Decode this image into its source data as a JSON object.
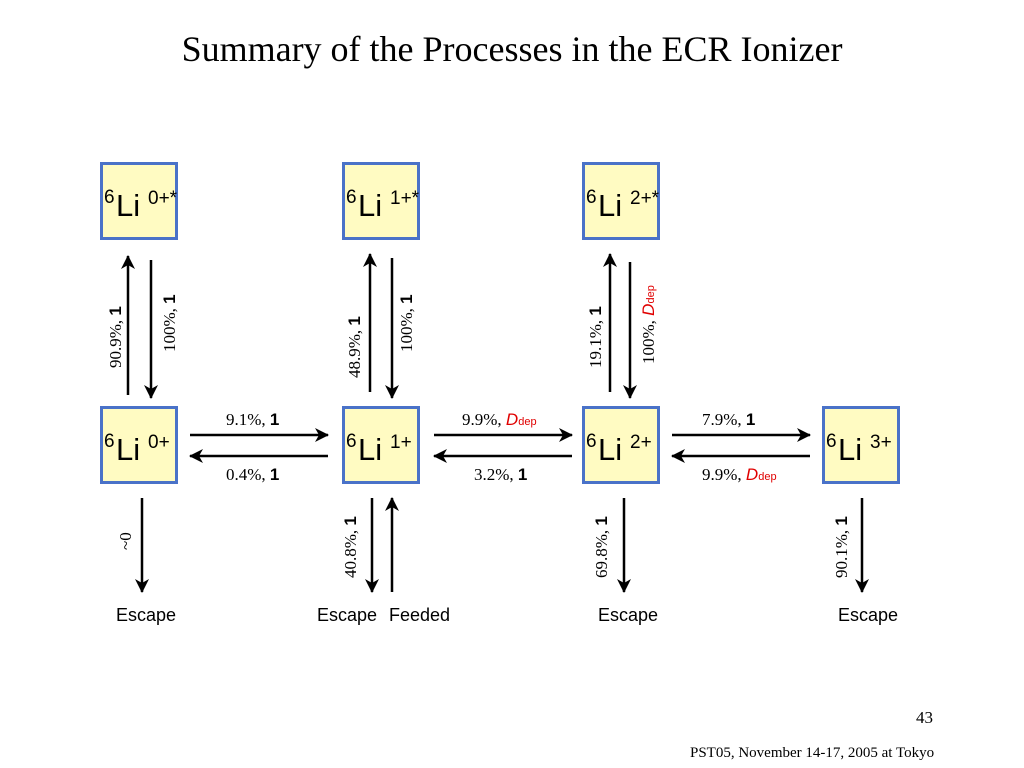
{
  "title": "Summary of the Processes in the ECR Ionizer",
  "species": {
    "excited": [
      {
        "mass": "6",
        "symbol": "Li",
        "charge": "0+*"
      },
      {
        "mass": "6",
        "symbol": "Li",
        "charge": "1+*"
      },
      {
        "mass": "6",
        "symbol": "Li",
        "charge": "2+*"
      }
    ],
    "ground": [
      {
        "mass": "6",
        "symbol": "Li",
        "charge": "0+"
      },
      {
        "mass": "6",
        "symbol": "Li",
        "charge": "1+"
      },
      {
        "mass": "6",
        "symbol": "Li",
        "charge": "2+"
      },
      {
        "mass": "6",
        "symbol": "Li",
        "charge": "3+"
      }
    ]
  },
  "vertical_labels": {
    "l0_up": {
      "pct": "90.9%, ",
      "val": "1"
    },
    "l0_down": {
      "pct": "100%, ",
      "val": "1"
    },
    "l1_up": {
      "pct": "48.9%, ",
      "val": "1"
    },
    "l1_down": {
      "pct": "100%, ",
      "val": "1"
    },
    "l2_up": {
      "pct": "19.1%, ",
      "val": "1"
    },
    "l2_down": {
      "pct": "100%, ",
      "val": "D",
      "sub": "dep"
    },
    "e0": {
      "pct": "~0"
    },
    "e1": {
      "pct": "40.8%, ",
      "val": "1"
    },
    "e2": {
      "pct": "69.8%, ",
      "val": "1"
    },
    "e3": {
      "pct": "90.1%, ",
      "val": "1"
    }
  },
  "horizontal_labels": {
    "h01_fwd": {
      "pct": "9.1%, ",
      "val": "1"
    },
    "h01_back": {
      "pct": "0.4%, ",
      "val": "1"
    },
    "h12_fwd": {
      "pct": "9.9%, ",
      "val": "D",
      "sub": "dep"
    },
    "h12_back": {
      "pct": "3.2%, ",
      "val": "1"
    },
    "h23_fwd": {
      "pct": "7.9%, ",
      "val": "1"
    },
    "h23_back": {
      "pct": "9.9%, ",
      "val": "D",
      "sub": "dep"
    }
  },
  "bottom_labels": {
    "escape_0": "Escape",
    "escape_1": "Escape",
    "feeded": "Feeded",
    "escape_2": "Escape",
    "escape_3": "Escape"
  },
  "colors": {
    "box_fill": "#fffbc2",
    "box_border": "#4a72c8",
    "highlight": "#e00000"
  },
  "page_number": "43",
  "footer": "PST05, November 14-17, 2005 at Tokyo"
}
